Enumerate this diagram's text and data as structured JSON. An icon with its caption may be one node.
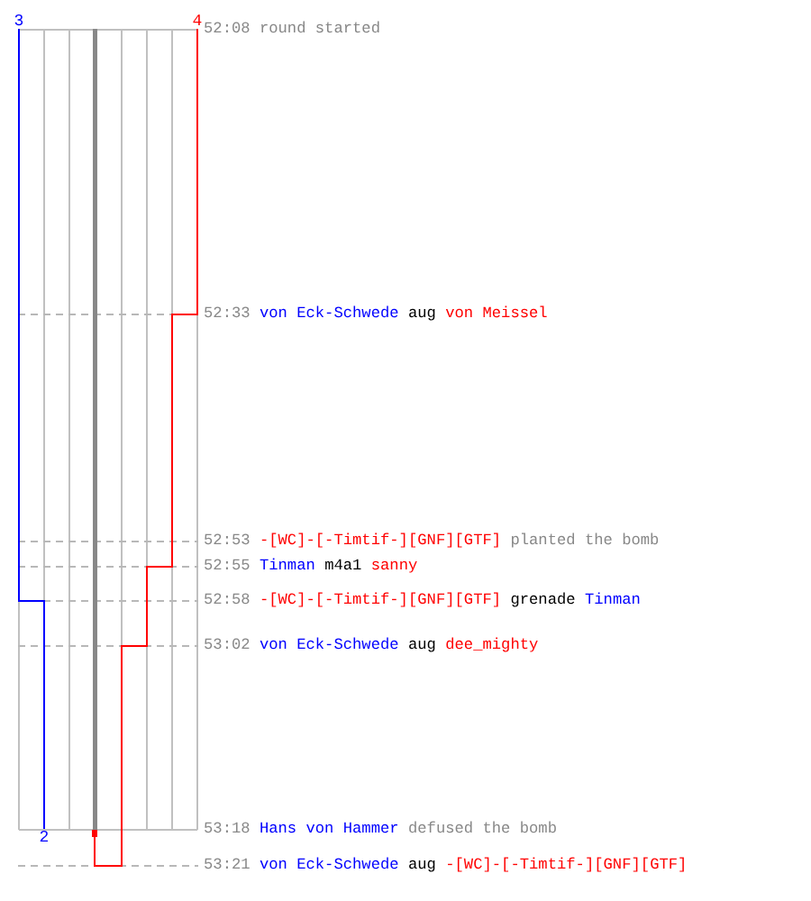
{
  "diagram": {
    "labels": [
      "3",
      "4",
      "52:08",
      "round started",
      "52:33",
      "von Eck-Schwede",
      "aug",
      "von Meissel",
      "52:53",
      "-[WC]-[-Timtif-][GNF][GTF]",
      "planted the bomb",
      "52:55",
      "Tinman",
      "m4a1",
      "sanny",
      "52:58",
      "-[WC]-[-Timtif-][GNF][GTF]",
      "grenade",
      "Tinman",
      "53:02",
      "von Eck-Schwede",
      "aug",
      "dee_mighty",
      "53:18",
      "Hans von Hammer",
      "defused the bomb",
      "2",
      "53:21",
      "von Eck-Schwede",
      "aug",
      "-[WC]-[-Timtif-][GNF][GTF]"
    ]
  }
}
